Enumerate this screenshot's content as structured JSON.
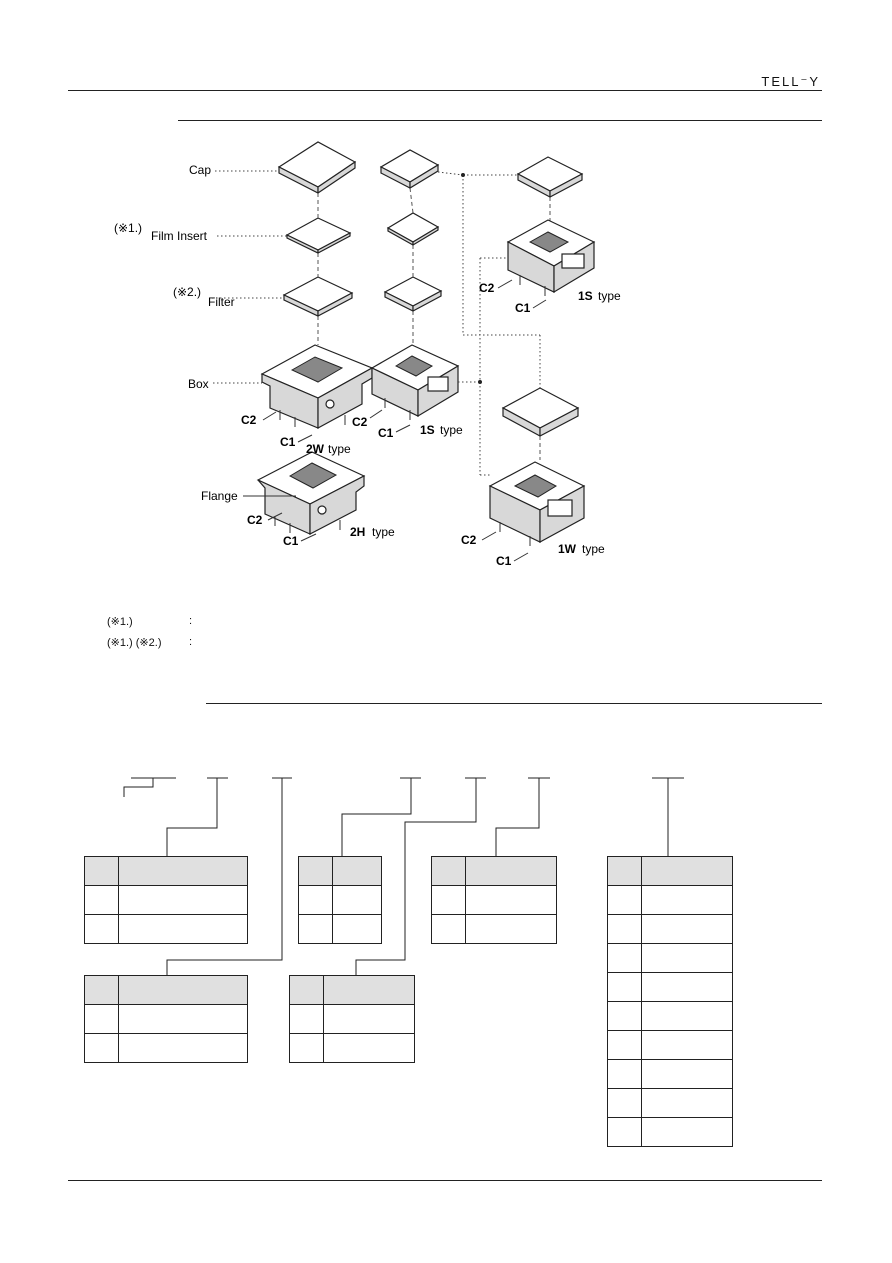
{
  "header": {
    "brand": "TELL⁻Y"
  },
  "diagram": {
    "labels": {
      "cap": "Cap",
      "film_insert": "Film Insert",
      "filter": "Filter",
      "box": "Box",
      "flange": "Flange",
      "note1": "(※1.)",
      "note2": "(※2.)",
      "c1": "C1",
      "c2": "C2",
      "type_2w": "2W",
      "type_2h": "2H",
      "type_1s": "1S",
      "type_1w": "1W",
      "type_suffix": "type"
    }
  },
  "footnotes": [
    {
      "mark": "(※1.)",
      "colon": ":"
    },
    {
      "mark": "(※1.) (※2.)",
      "colon": ":"
    }
  ]
}
